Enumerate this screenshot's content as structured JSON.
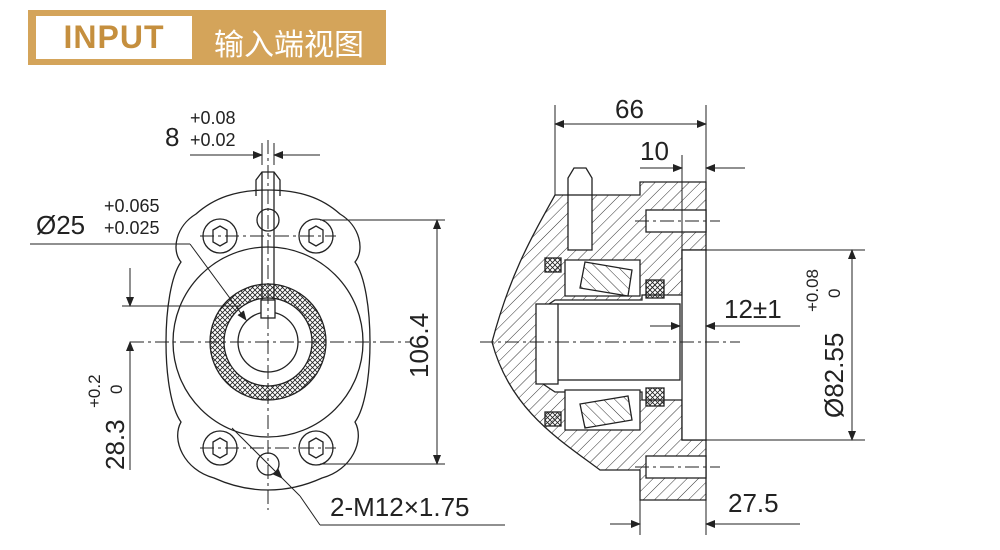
{
  "header": {
    "badge": "INPUT",
    "title": "输入端视图",
    "accent": "#d4a45a"
  },
  "dimensions": {
    "keyway_width": "8",
    "keyway_tol_upper": "+0.08",
    "keyway_tol_lower": "+0.02",
    "shaft_dia": "Ø25",
    "shaft_tol_upper": "+0.065",
    "shaft_tol_lower": "+0.025",
    "bolt_spacing": "106.4",
    "key_height": "28.3",
    "key_tol_upper": "+0.2",
    "key_tol_lower": "0",
    "threads": "2-M12×1.75",
    "overall_length": "66",
    "flange_thickness": "10",
    "shaft_extension": "12±1",
    "pilot_dia": "Ø82.55",
    "pilot_tol_upper": "+0.08",
    "pilot_tol_lower": "0",
    "pilot_depth": "27.5"
  }
}
